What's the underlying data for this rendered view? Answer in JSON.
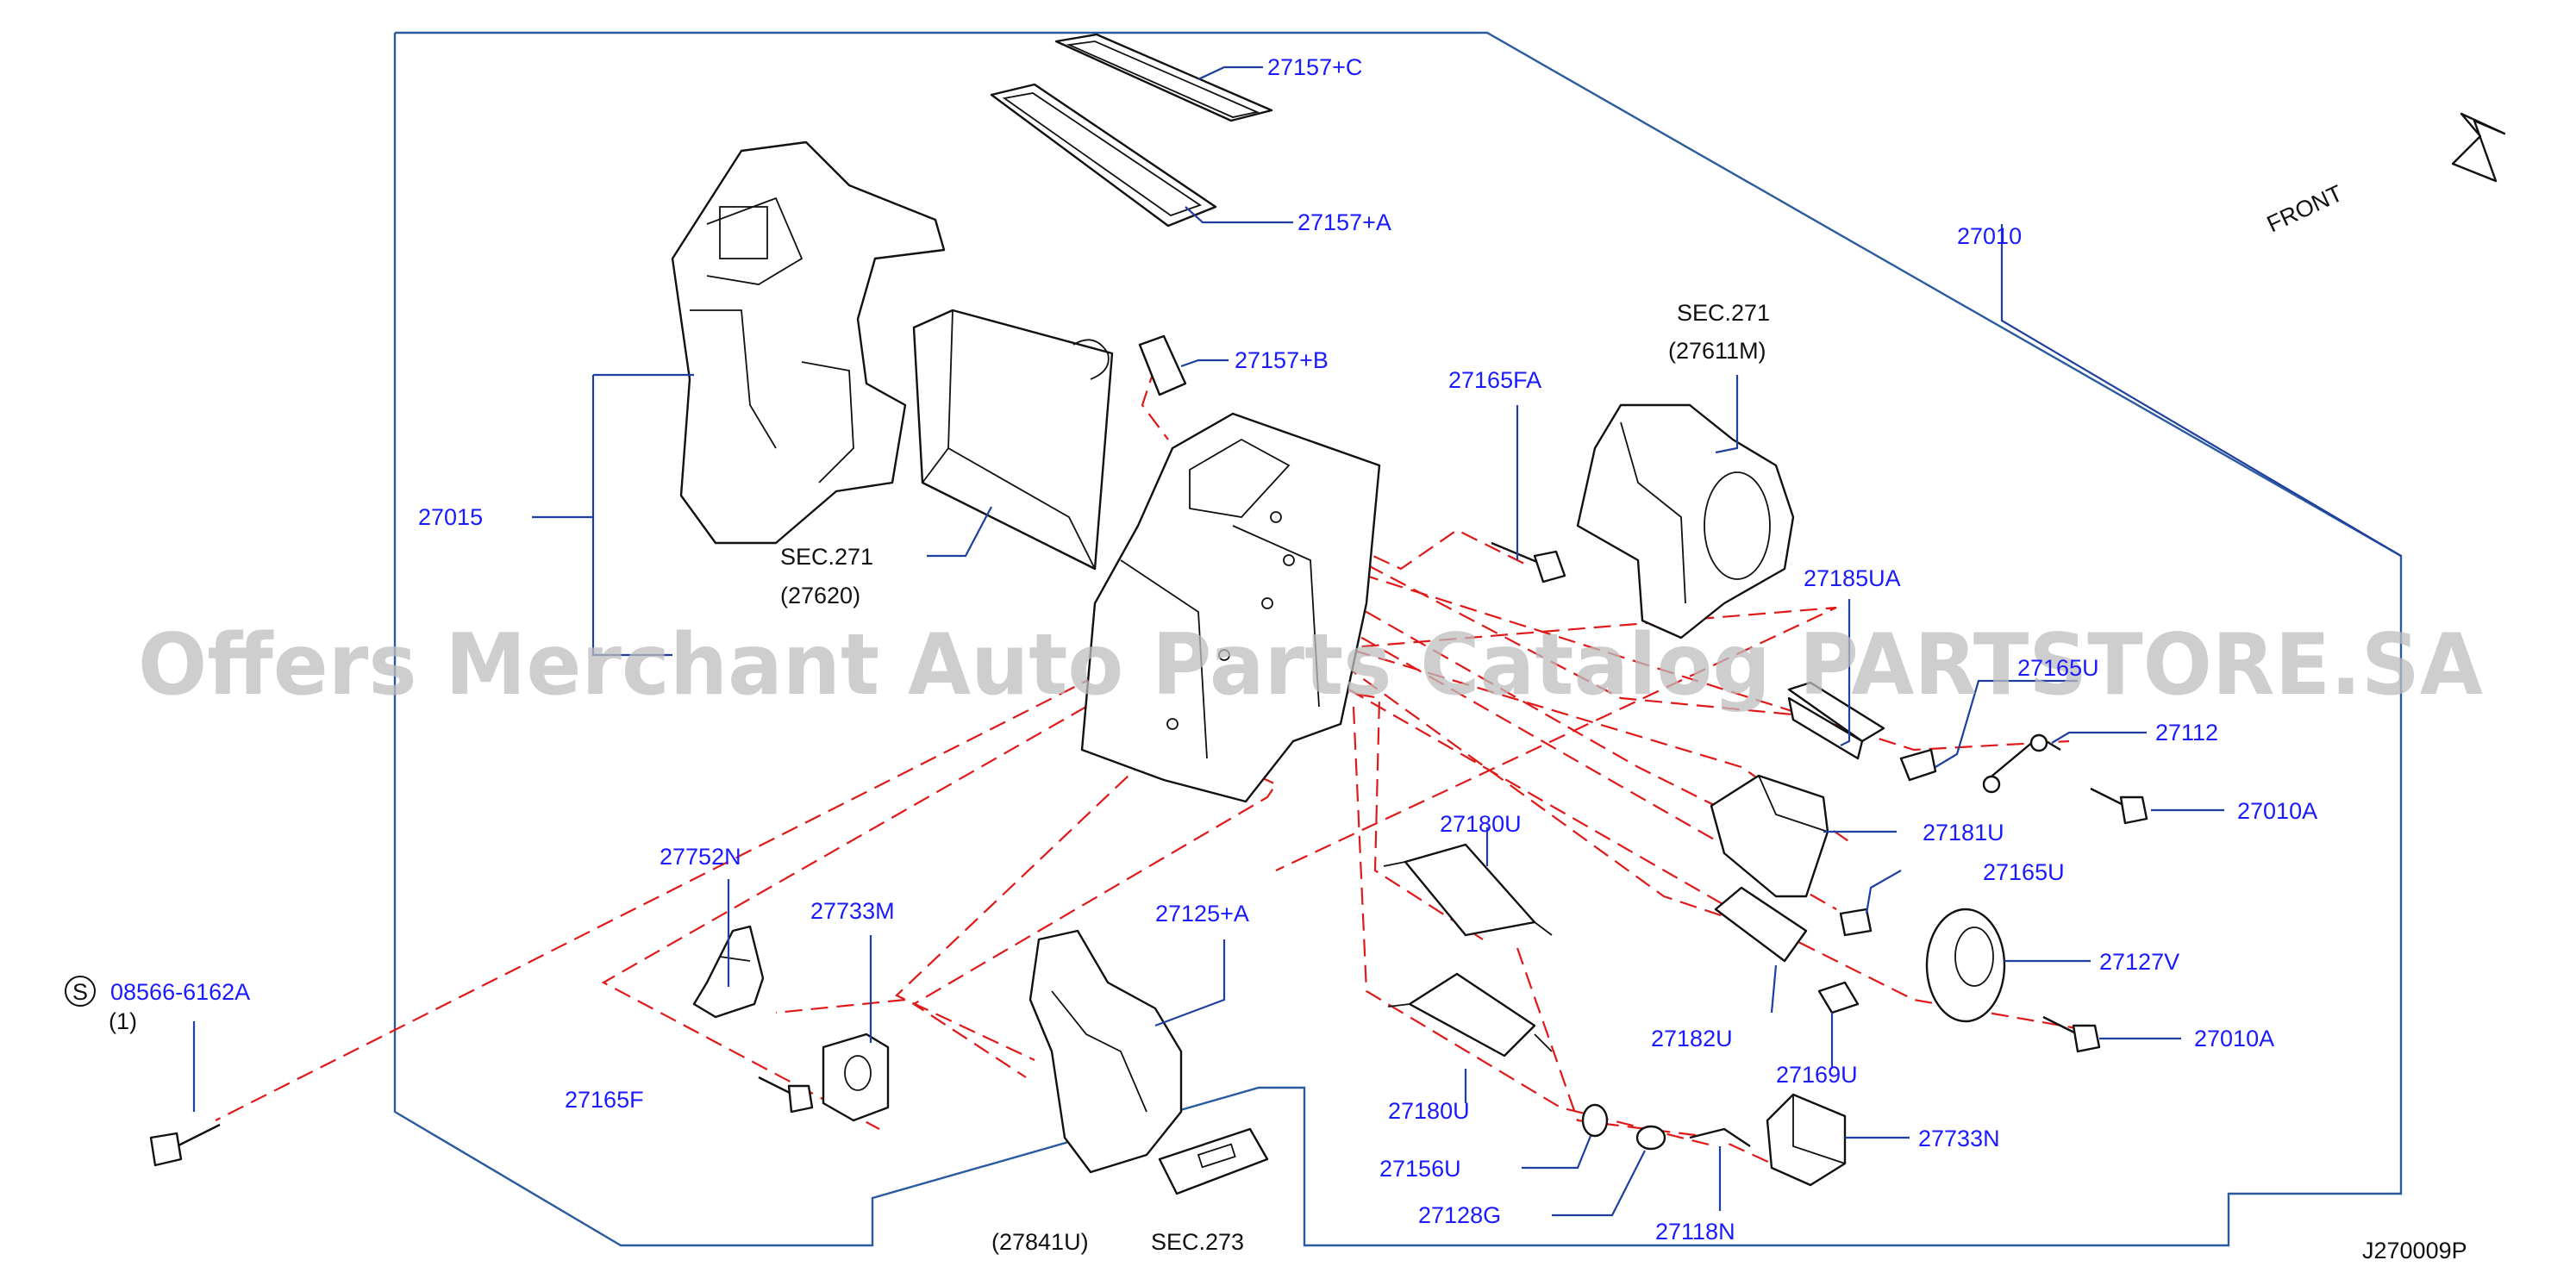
{
  "labels": {
    "p27157c": "27157+C",
    "p27157a": "27157+A",
    "p27157b": "27157+B",
    "p27015": "27015",
    "sec271a": "SEC.271",
    "sec271a_sub": "(27620)",
    "p27165fa": "27165FA",
    "sec271b": "SEC.271",
    "sec271b_sub": "(27611M)",
    "p27010": "27010",
    "p27185ua": "27185UA",
    "p27165u_top": "27165U",
    "p27112": "27112",
    "p27010a_1": "27010A",
    "p27181u": "27181U",
    "p27165u": "27165U",
    "p27180u_1": "27180U",
    "p27180u_2": "27180U",
    "p27127v": "27127V",
    "p27182u": "27182U",
    "p27169u": "27169U",
    "p27010a_2": "27010A",
    "p27752n": "27752N",
    "p27733m": "27733M",
    "p27125a": "27125+A",
    "screw_id": "08566-6162A",
    "screw_qty": "(1)",
    "screw_mark": "S",
    "p27165f": "27165F",
    "p27156u": "27156U",
    "p27128g": "27128G",
    "p27118n": "27118N",
    "p27733n": "27733N",
    "p27841u": "(27841U)",
    "sec273": "SEC.273",
    "front": "FRONT",
    "drawing_code": "J270009P"
  },
  "watermark": "Offers Merchant Auto Parts Catalog PARTSTORE.SA",
  "colors": {
    "label": "#1a1aff",
    "leader": "#1f3fa0",
    "dashed": "#e01818",
    "watermark": "#bdbdbd"
  }
}
